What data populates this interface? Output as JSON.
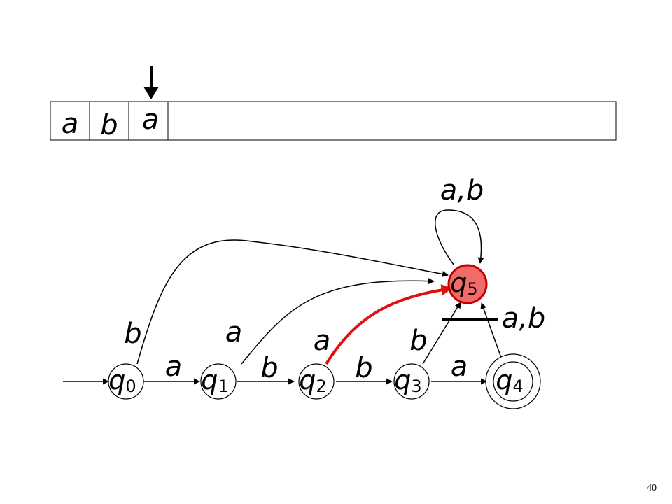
{
  "tape": {
    "cells": [
      "a",
      "b",
      "a"
    ],
    "head_index": 2
  },
  "states": [
    {
      "id": "q0",
      "name": "q",
      "sub": "0",
      "accepting": false,
      "highlighted": false
    },
    {
      "id": "q1",
      "name": "q",
      "sub": "1",
      "accepting": false,
      "highlighted": false
    },
    {
      "id": "q2",
      "name": "q",
      "sub": "2",
      "accepting": false,
      "highlighted": false
    },
    {
      "id": "q3",
      "name": "q",
      "sub": "3",
      "accepting": false,
      "highlighted": false
    },
    {
      "id": "q4",
      "name": "q",
      "sub": "4",
      "accepting": true,
      "highlighted": false
    },
    {
      "id": "q5",
      "name": "q",
      "sub": "5",
      "accepting": false,
      "highlighted": true
    }
  ],
  "transitions": [
    {
      "from": "q0",
      "to": "q1",
      "label": "a"
    },
    {
      "from": "q1",
      "to": "q2",
      "label": "b"
    },
    {
      "from": "q2",
      "to": "q3",
      "label": "b"
    },
    {
      "from": "q3",
      "to": "q4",
      "label": "a"
    },
    {
      "from": "q0",
      "to": "q5",
      "label": "b"
    },
    {
      "from": "q1",
      "to": "q5",
      "label": "a"
    },
    {
      "from": "q2",
      "to": "q5",
      "label": "a",
      "active": true
    },
    {
      "from": "q3",
      "to": "q5",
      "label": "b"
    },
    {
      "from": "q4",
      "to": "q5",
      "label": "a,b"
    },
    {
      "from": "q5",
      "to": "q5",
      "label": "a,b"
    }
  ],
  "colors": {
    "highlight_fill": "#f26b6b",
    "highlight_stroke": "#c40000",
    "active_edge": "#e01010"
  },
  "page_number": "40"
}
